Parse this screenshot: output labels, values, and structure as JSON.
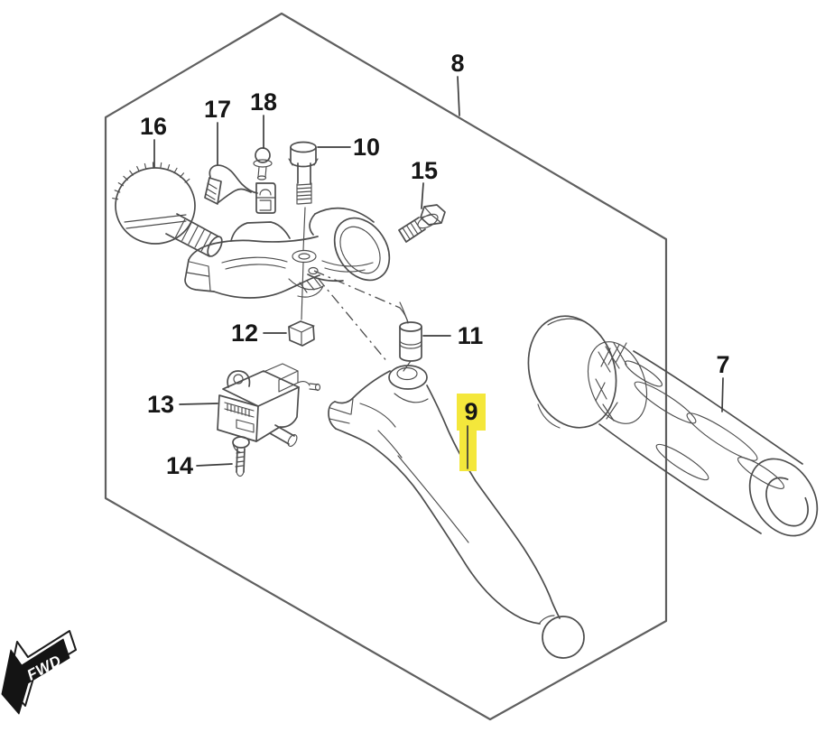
{
  "colors": {
    "highlight": "#f4e73b",
    "line": "#4d4d4d",
    "label": "#161616",
    "background": "#ffffff"
  },
  "highlighted_part": "9",
  "fwd_marker": {
    "label": "FWD"
  },
  "parts": [
    {
      "label": "7",
      "name": "handlebar-grip",
      "highlighted": false
    },
    {
      "label": "8",
      "name": "lever-assembly-boundary",
      "highlighted": false
    },
    {
      "label": "9",
      "name": "clutch-lever",
      "highlighted": true
    },
    {
      "label": "10",
      "name": "lever-pivot-bolt",
      "highlighted": false
    },
    {
      "label": "11",
      "name": "adjuster-sleeve",
      "highlighted": false
    },
    {
      "label": "12",
      "name": "pivot-nut",
      "highlighted": false
    },
    {
      "label": "13",
      "name": "lever-switch",
      "highlighted": false
    },
    {
      "label": "14",
      "name": "switch-screw",
      "highlighted": false
    },
    {
      "label": "15",
      "name": "clamp-bolt",
      "highlighted": false
    },
    {
      "label": "16",
      "name": "adjuster-knob",
      "highlighted": false
    },
    {
      "label": "17",
      "name": "lock-arm",
      "highlighted": false
    },
    {
      "label": "18",
      "name": "lock-screw",
      "highlighted": false
    }
  ]
}
